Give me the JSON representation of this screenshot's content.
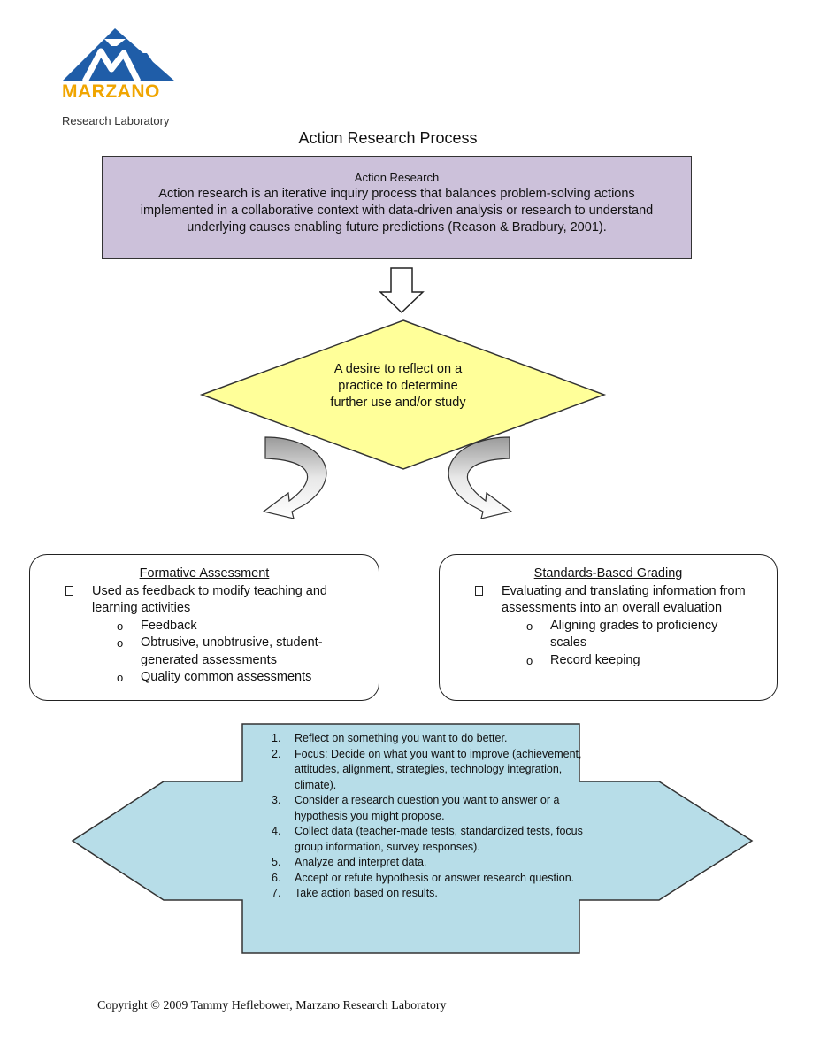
{
  "logo": {
    "name": "MARZANO",
    "subtitle": "Research Laboratory"
  },
  "title": "Action Research Process",
  "definition": {
    "heading": "Action Research",
    "text": "Action research is an iterative inquiry   process that balances problem-solving actions implemented in a collaborative context with data-driven analysis or research to understand underlying causes enabling future  predictions (Reason & Bradbury, 2001)."
  },
  "decision": {
    "line1": "A desire to reflect      on  a",
    "line2": "practice to determine",
    "line3": "further use and/or study"
  },
  "formative": {
    "heading": "Formative Assessment",
    "bullet": "Used as feedback to modify teaching and learning activities",
    "sub_marker": "o",
    "items": [
      "Feedback",
      "Obtrusive, unobtrusive, student-generated assessments",
      "Quality common assessments"
    ]
  },
  "standards": {
    "heading": "Standards-Based Grading",
    "bullet": "Evaluating and translating information from assessments into an overall evaluation",
    "sub_marker": "o",
    "items": [
      "Aligning grades to proficiency scales",
      "Record keeping"
    ]
  },
  "steps": [
    {
      "num": "1.",
      "text": "Reflect  on something you want to do better."
    },
    {
      "num": "2.",
      "text": "Focus:  Decide on what you want to improve (achievement, attitudes, alignment, strategies, technology integration, climate)."
    },
    {
      "num": "3.",
      "text": "Consider  a research question you want to answer or a hypothesis you might propose."
    },
    {
      "num": "4.",
      "text": "Collect  data (teacher-made tests, standardized tests, focus group information, survey responses)."
    },
    {
      "num": "5.",
      "text": "Analyze and interpret      data."
    },
    {
      "num": "6.",
      "text": "Accept or refute     hypothesis or answer research question."
    },
    {
      "num": "7.",
      "text": "Take action   based on results."
    }
  ],
  "copyright": "Copyright © 2009 Tammy Heflebower, Marzano Research Laboratory",
  "colors": {
    "definition_fill": "#ccc1da",
    "decision_fill": "#ffff99",
    "steps_fill": "#b7dde8",
    "logo_blue": "#1f5da8",
    "logo_gold": "#f0a500"
  }
}
